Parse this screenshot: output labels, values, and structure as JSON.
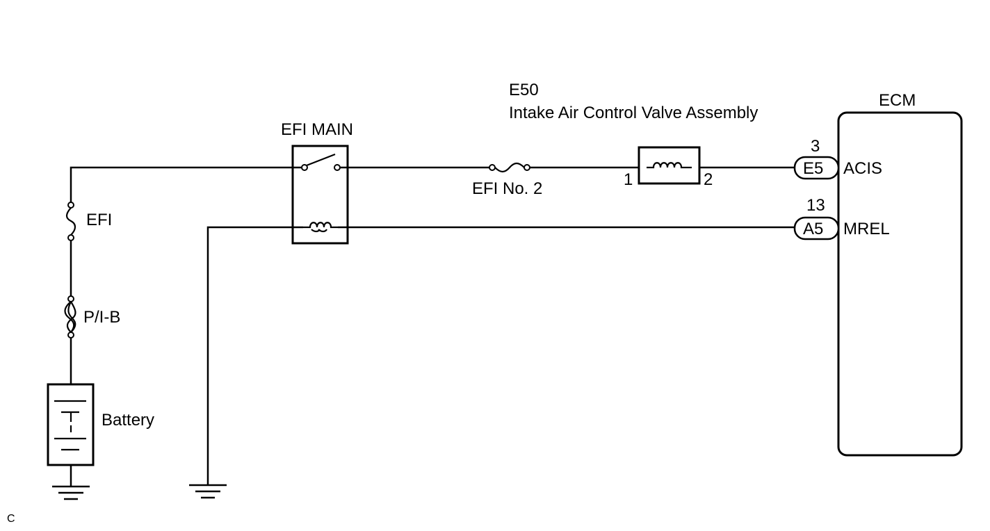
{
  "labels": {
    "component_code": "E50",
    "component_name": "Intake Air Control Valve Assembly",
    "relay": "EFI MAIN",
    "fuse_efi": "EFI",
    "fuse_pib": "P/I-B",
    "fuse_efi2": "EFI No. 2",
    "battery": "Battery",
    "ecm": "ECM",
    "valve_pin1": "1",
    "valve_pin2": "2",
    "ecm_pin_acis_num": "3",
    "ecm_pin_acis_conn": "E5",
    "ecm_pin_acis_name": "ACIS",
    "ecm_pin_mrel_num": "13",
    "ecm_pin_mrel_conn": "A5",
    "ecm_pin_mrel_name": "MREL",
    "corner_mark": "C"
  }
}
